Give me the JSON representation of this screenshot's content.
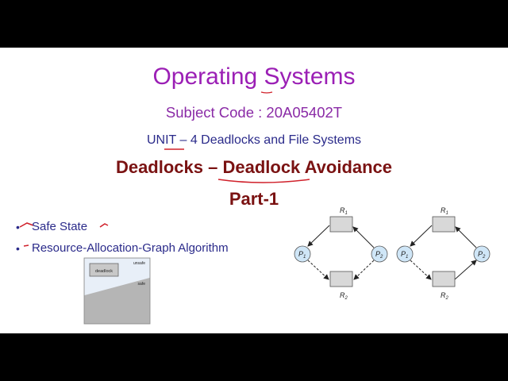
{
  "slide": {
    "title": "Operating Systems",
    "subject": "Subject Code : 20A05402T",
    "unit": "UNIT – 4  Deadlocks and File Systems",
    "heading": "Deadlocks – Deadlock Avoidance",
    "part": "Part-1",
    "bullets": [
      "Safe State",
      "Resource-Allocation-Graph Algorithm"
    ]
  },
  "state_figure": {
    "unsafe_label": "unsafe",
    "deadlock_label": "deadlock",
    "safe_label": "safe"
  },
  "graph_left": {
    "r1": "R",
    "r1_sub": "1",
    "r2": "R",
    "r2_sub": "2",
    "p1": "P",
    "p1_sub": "1",
    "p2": "P",
    "p2_sub": "2"
  },
  "graph_right": {
    "r1": "R",
    "r1_sub": "1",
    "r2": "R",
    "r2_sub": "2",
    "p1": "P",
    "p1_sub": "1",
    "p2": "P",
    "p2_sub": "2"
  },
  "colors": {
    "title": "#9b1fb5",
    "heading": "#7a1212",
    "text": "#2a2a8a",
    "annotation": "#d0202a",
    "process_fill": "#cfe6f7",
    "resource_fill": "#d8d8d8"
  }
}
